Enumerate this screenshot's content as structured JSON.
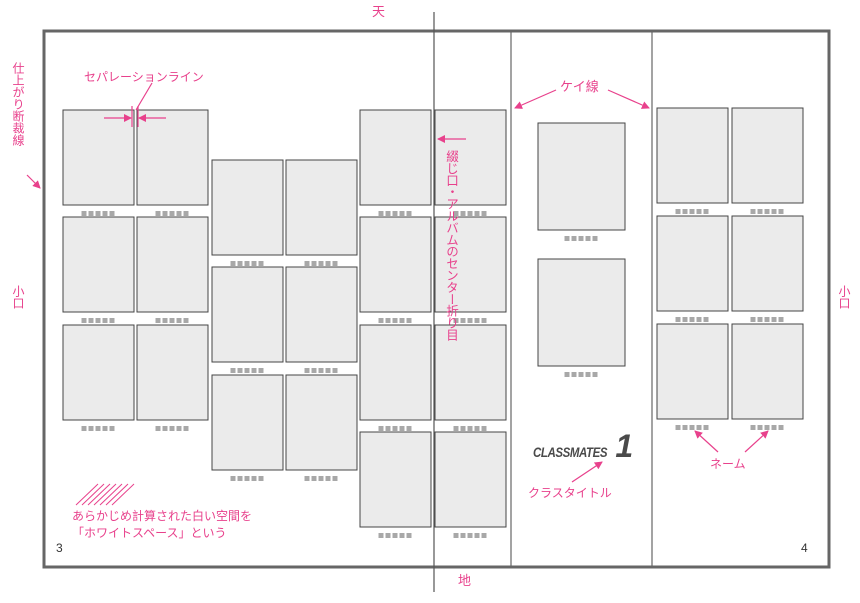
{
  "labels": {
    "top": "天",
    "bottom": "地",
    "left_edge": "小口",
    "right_edge": "小口",
    "trim_line": "仕上がり断裁線",
    "separation_line": "セパレーションライン",
    "center_fold": "綴じ口・アルバムのセンター折り目",
    "rule_line": "ケイ線",
    "class_title": "クラスタイトル",
    "name": "ネーム",
    "white_space_line1": "あらかじめ計算された白い空間を",
    "white_space_line2": "「ホワイトスペース」という"
  },
  "page_numbers": {
    "left": "3",
    "right": "4"
  },
  "logo": {
    "text": "CLASSMATES",
    "number": "1"
  },
  "colors": {
    "annotation": "#e8418c",
    "frame": "#666666",
    "photo_fill": "#ebebeb",
    "photo_border": "#444444",
    "name_dot": "#a8a8a8"
  }
}
